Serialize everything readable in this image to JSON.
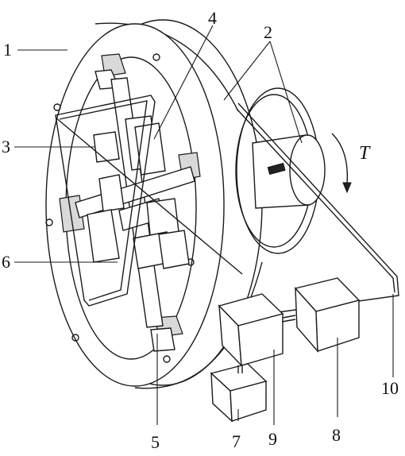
{
  "labels": {
    "l1": "1",
    "l2": "2",
    "l3": "3",
    "l4": "4",
    "l5": "5",
    "l6": "6",
    "l7": "7",
    "l8": "8",
    "l9": "9",
    "l10": "10",
    "torque": "T"
  }
}
